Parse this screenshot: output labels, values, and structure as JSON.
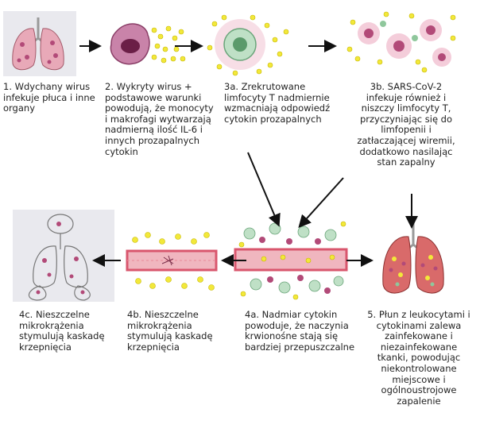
{
  "steps": {
    "s1": "1. Wdychany wirus\ninfekuje płuca i inne\norgany",
    "s2": "2. Wykryty wirus +\npodstawowe warunki\npowodują, że monocyty\ni makrofagi wytwarzają\nnadmierną ilość IL-6 i\ninnych prozapalnych\ncytokin",
    "s3a": "3a. Zrekrutowane\nlimfocyty T nadmiernie\nwzmacniają odpowiedź\ncytokin prozapalnych",
    "s3b": "3b. SARS-CoV-2\ninfekuje również i\nniszczy limfocyty T,\nprzyczyniając się do\nlimfopenii i\nzatłaczającej wiremii,\ndodatkowo nasilając\nstan zapalny",
    "s4a": "4a. Nadmiar cytokin\npowoduje, że naczynia\nkrwionośne stają się\nbardziej przepuszczalne",
    "s4b": "4b. Nieszczelne\nmikrokrążenia\nstymulują kaskadę\nkrzepnięcia",
    "s4c": "4c. Nieszczelne\nmikrokrążenia\nstymulują kaskadę\nkrzepnięcia",
    "s5": "5. Płun z leukocytami i\ncytokinami zalewa\nzainfekowane i\nniezainfekowane\ntkanki, powodując\nniekontrolowane\nmiejscowe i\nogólnoustrojowe\nzapalenie"
  },
  "colors": {
    "panel_bg": "#e9e9ee",
    "tissue": "#e8a9b8",
    "cytokine": "#f2e83a",
    "virus": "#b24a78",
    "vessel": "#d9566d",
    "arrow": "#111111"
  },
  "icons": [
    "lungs-icon",
    "macrophage-icon",
    "t-cell-icon",
    "virus-cluster-icon",
    "blood-vessel-icon",
    "inflamed-lungs-icon",
    "organs-outline-icon"
  ]
}
